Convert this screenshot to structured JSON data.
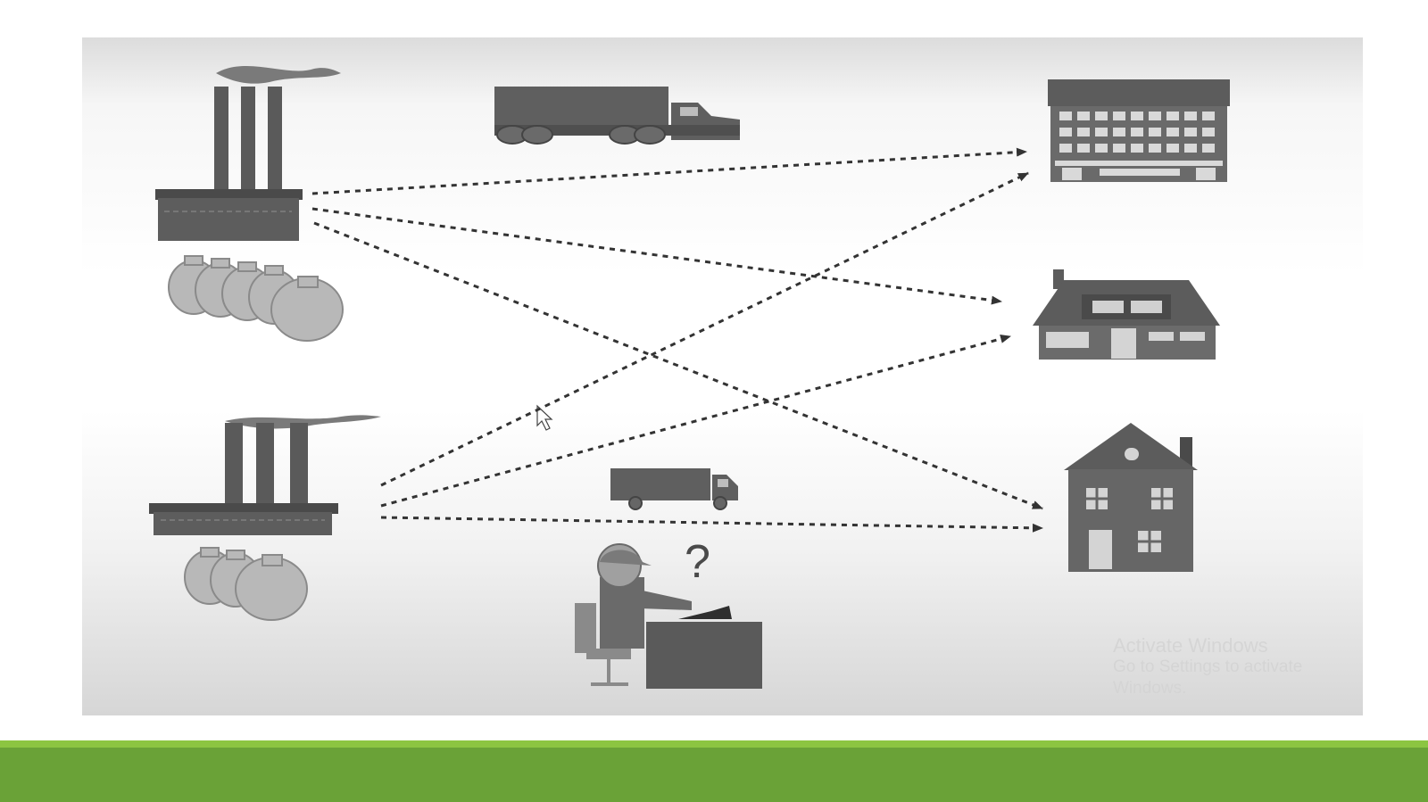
{
  "diagram": {
    "question_mark": "?",
    "icons": {
      "factory": "factory-icon",
      "money_bags": "money-bags-icon",
      "truck": "truck-icon",
      "building": "office-building-icon",
      "house": "house-icon",
      "person": "person-at-desk-icon",
      "cursor": "mouse-cursor-icon"
    },
    "colors": {
      "icon_fill": "#595959",
      "bag_fill": "#b8b8b8",
      "arrow": "#333333",
      "footer_green": "#6aa237",
      "footer_green_light": "#8cc541"
    }
  },
  "watermark": {
    "line1": "Activate Windows",
    "line2": "Go to Settings to activate",
    "line3": "Windows."
  }
}
